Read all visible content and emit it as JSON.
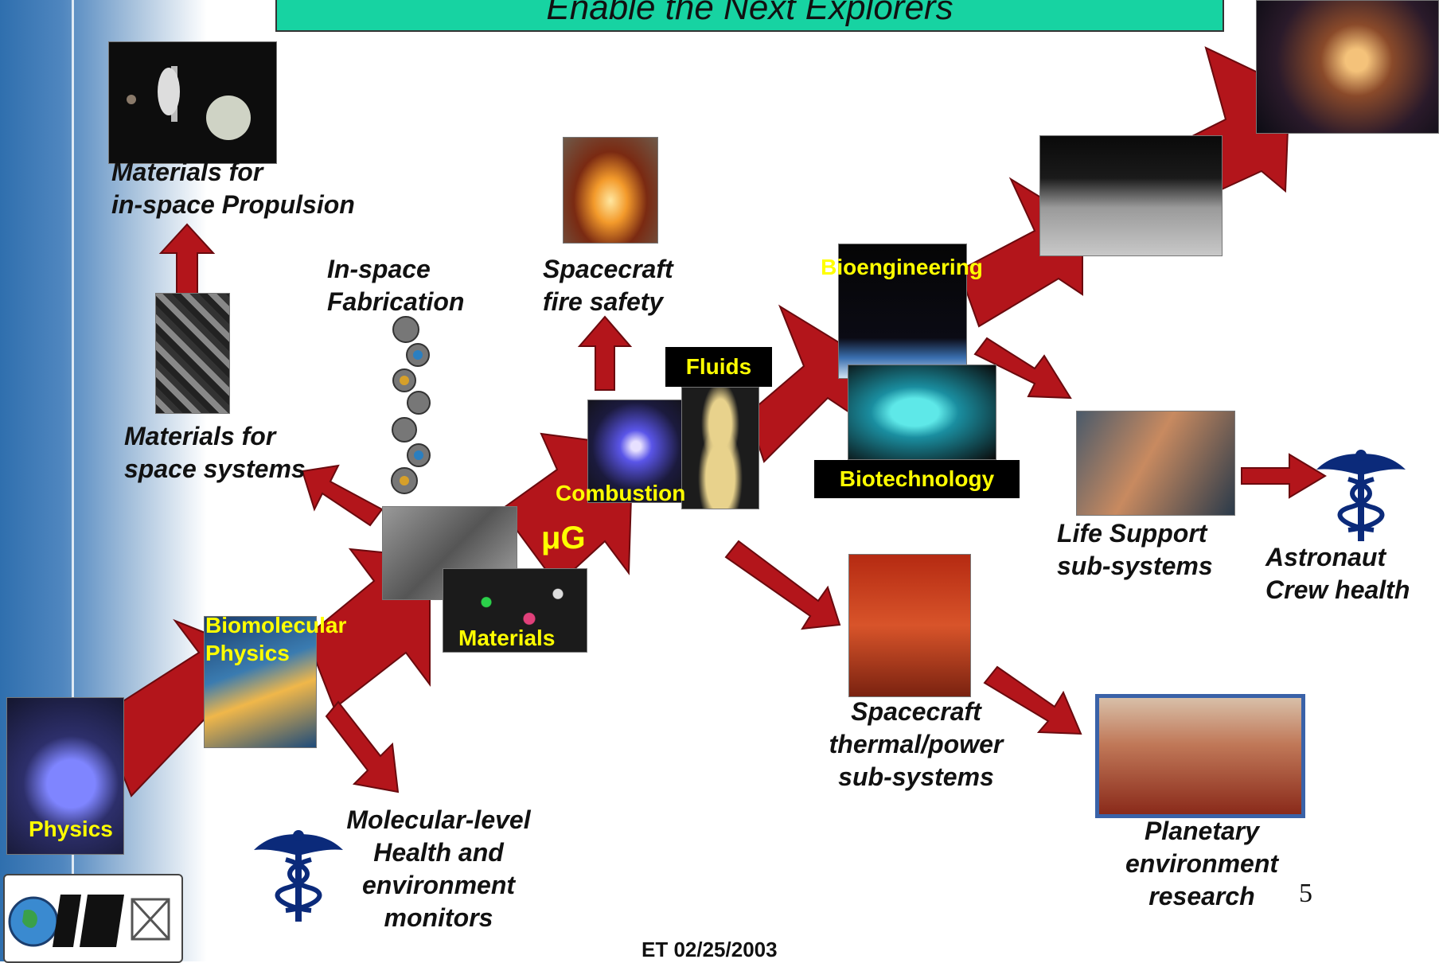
{
  "slide": {
    "title": "Enable the Next Explorers",
    "page_number": "5",
    "footer": "ET 02/25/2003"
  },
  "labels": {
    "materials_propulsion": [
      "Materials for",
      "in-space Propulsion"
    ],
    "materials_space_systems": [
      "Materials for",
      "space systems"
    ],
    "in_space_fabrication": [
      "In-space",
      "Fabrication"
    ],
    "fire_safety": [
      "Spacecraft",
      "fire safety"
    ],
    "thermal_power": [
      "Spacecraft",
      "thermal/power",
      "sub-systems"
    ],
    "life_support": [
      "Life Support",
      "sub-systems"
    ],
    "crew_health": [
      "Astronaut",
      "Crew health"
    ],
    "molecular_health": [
      "Molecular-level",
      "Health and",
      "environment",
      "monitors"
    ],
    "planetary": [
      "Planetary",
      "environment",
      "research"
    ]
  },
  "tags": {
    "physics": "Physics",
    "biomolecular": [
      "Biomolecular",
      "Physics"
    ],
    "materials": "Materials",
    "combustion": "Combustion",
    "mu_g": "μG",
    "fluids": "Fluids",
    "bioengineering": "Bioengineering",
    "biotechnology": "Biotechnology"
  },
  "icons": {
    "caduceus": "caduceus-icon",
    "gears": "gears-icon",
    "logo": "nasa-microgravity-logo"
  },
  "colors": {
    "arrow": "#b3151b",
    "title_bg": "#17d3a2",
    "tag_text": "#ffff00",
    "caduceus": "#0b2a7a"
  }
}
